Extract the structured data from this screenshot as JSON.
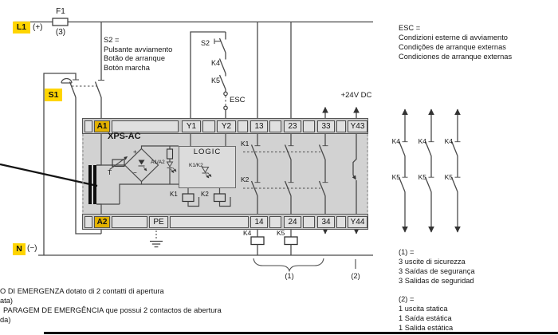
{
  "rails": {
    "l1": "L1",
    "l1_suffix": "(+)",
    "n": "N",
    "n_suffix": "(−)"
  },
  "fuse": {
    "name": "F1",
    "note": "(3)"
  },
  "emergency_stop": {
    "label": "S1"
  },
  "start_button": {
    "label": "S2"
  },
  "notes": {
    "s2": [
      "S2 =",
      "Pulsante avviamento",
      "Botão de arranque",
      "Botón marcha"
    ],
    "esc": [
      "ESC =",
      "Condizioni esterne di avviamento",
      "Condições de arranque externas",
      "Condiciones de arranque externas"
    ],
    "out1": [
      "(1) =",
      "3 uscite di sicurezza",
      "3 Saídas de segurança",
      "3 Salidas de seguridad"
    ],
    "out2": [
      "(2) =",
      "1 uscita statica",
      "1 Saída estática",
      "1 Salida estática"
    ],
    "bottom_left": [
      "O DI EMERGENZA dotato di 2 contatti di apertura",
      "ata)",
      "PARAGEM DE EMERGÊNCIA que possui 2 contactos de abertura",
      "da)"
    ]
  },
  "labels": {
    "esc": "ESC",
    "plus24": "+24V DC",
    "module": "XPS-AC",
    "logic": "LOGIC",
    "transformer": "T",
    "led_a1a2": "A1/A2",
    "led_k1k2": "K1/K2",
    "plus": "+",
    "minus": "−",
    "k1": "K1",
    "k2": "K2",
    "k4": "K4",
    "k5": "K5",
    "ann1": "(1)",
    "ann2": "(2)"
  },
  "terminals": {
    "top": [
      "A1",
      "Y1",
      "Y2",
      "13",
      "23",
      "33",
      "Y43"
    ],
    "bottom": [
      "A2",
      "PE",
      "14",
      "24",
      "34",
      "Y44"
    ]
  },
  "colors": {
    "highlight_yellow": "#ffd500",
    "terminal_yellow": "#e3b200",
    "module_gray": "#d2d2d2",
    "strip_gray": "#c9c9c9",
    "cell_gray": "#e0e0e0",
    "logic_gray": "#dcdcdc",
    "wire": "#4a4a4a"
  }
}
